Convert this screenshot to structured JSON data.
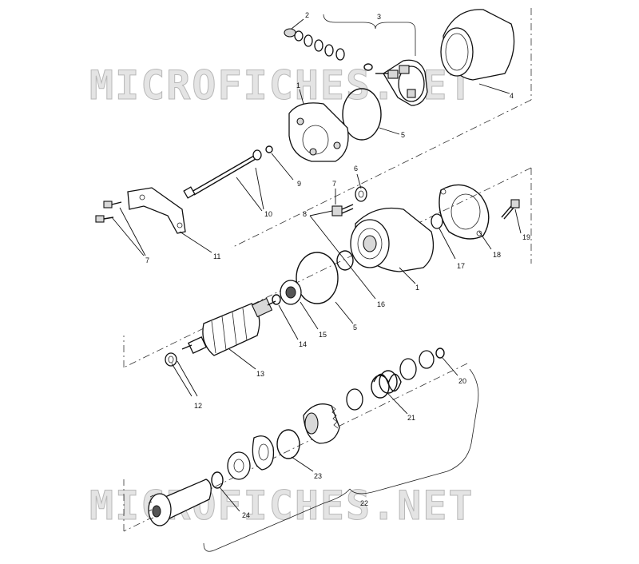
{
  "watermark": {
    "text_top": "MICROFICHES.NET",
    "text_bottom": "MICROFICHES.NET"
  },
  "callouts": [
    "1",
    "2",
    "3",
    "4",
    "5",
    "6",
    "7",
    "8",
    "9",
    "10",
    "11",
    "12",
    "13",
    "14",
    "15",
    "16",
    "17",
    "18",
    "19",
    "20",
    "21",
    "22",
    "23",
    "24"
  ],
  "colors": {
    "ink": "#111111",
    "watermark_fill": "#e4e4e4",
    "watermark_stroke": "#b8b8b8",
    "background": "#ffffff"
  }
}
